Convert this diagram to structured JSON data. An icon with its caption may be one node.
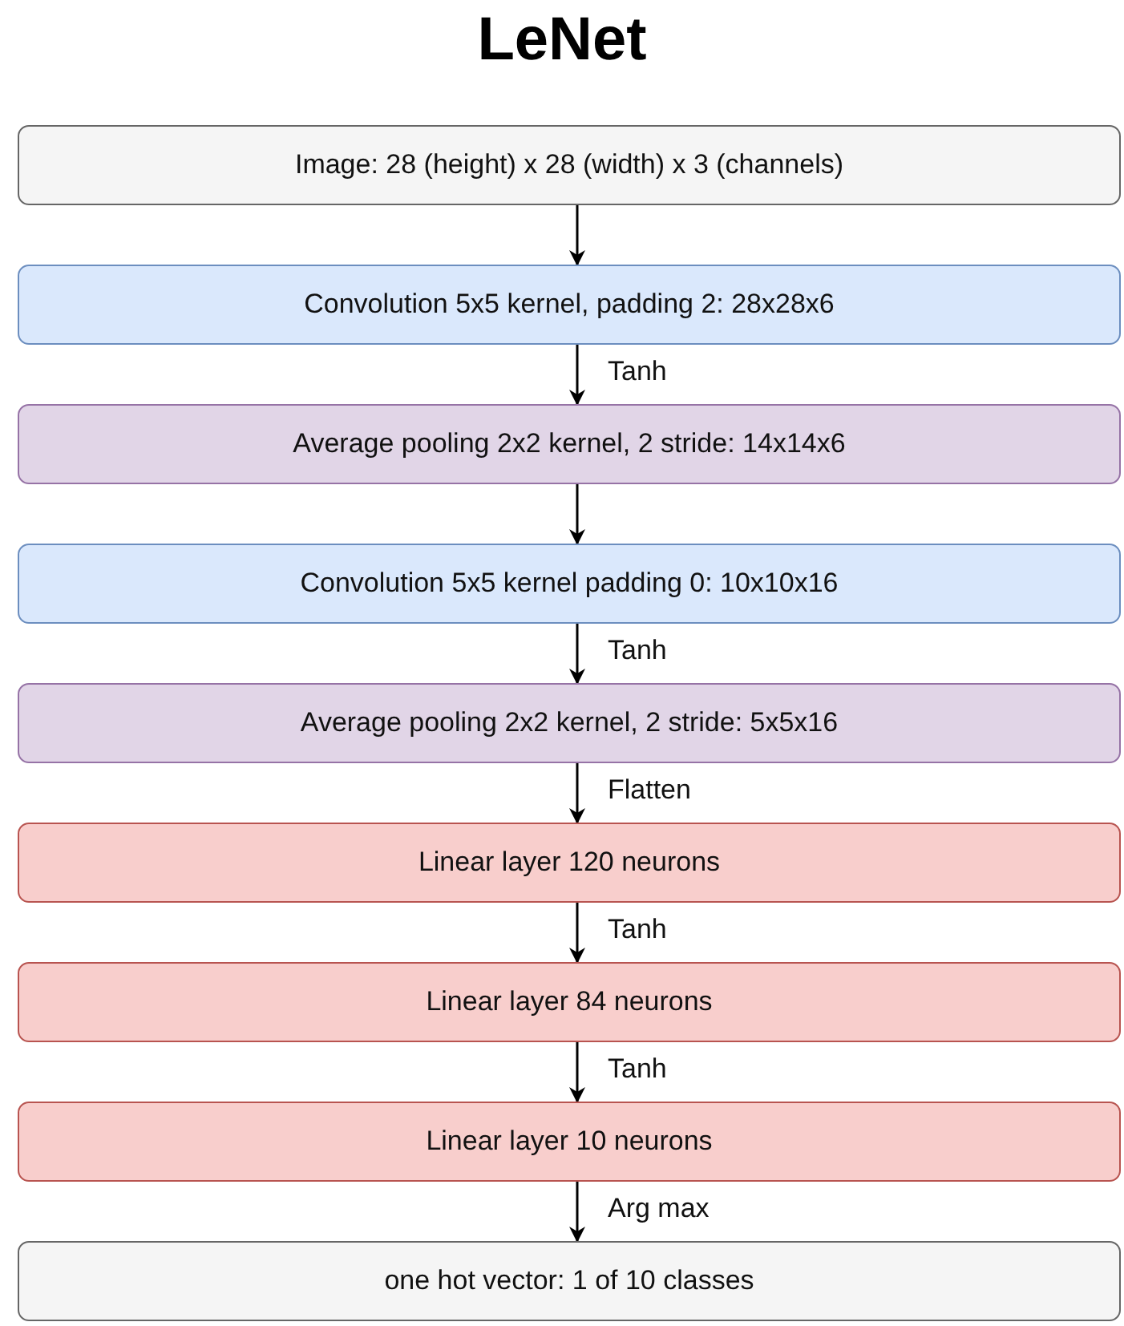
{
  "diagram": {
    "title": "LeNet",
    "nodes": [
      {
        "text": [
          "Image: 28 (height) x 28 (width) x 3 (channels)"
        ]
      },
      {
        "text": [
          "Convolution 5x5 kernel, padding 2: 28x28x6"
        ]
      },
      {
        "text": [
          "Average pooling 2x2 kernel, 2 stride: 14x14x6"
        ]
      },
      {
        "text": [
          "Convolution 5x5 kernel padding 0: 10x10x16"
        ]
      },
      {
        "text": [
          "Average pooling 2x2 kernel, 2 stride: 5x5x16"
        ]
      },
      {
        "text": [
          "Linear layer 120 neurons"
        ]
      },
      {
        "text": [
          "Linear layer 84 neurons"
        ]
      },
      {
        "text": [
          "Linear layer 10 neurons"
        ]
      },
      {
        "text": [
          "one hot vector: 1 of 10 classes"
        ]
      }
    ],
    "edges": [
      {
        "from": 0,
        "to": 1,
        "arrow": "to"
      },
      {
        "from": 1,
        "to": 2,
        "arrow": "to",
        "label": "Tanh"
      },
      {
        "from": 2,
        "to": 3,
        "arrow": "to"
      },
      {
        "from": 3,
        "to": 4,
        "arrow": "to",
        "label": "Tanh"
      },
      {
        "from": 4,
        "to": 5,
        "arrow": "to",
        "label": "Flatten"
      },
      {
        "from": 5,
        "to": 6,
        "arrow": "to",
        "label": "Tanh"
      },
      {
        "from": 6,
        "to": 7,
        "arrow": "to",
        "label": "Tanh"
      },
      {
        "from": 7,
        "to": 8,
        "arrow": "to",
        "label": "Arg max"
      }
    ]
  }
}
